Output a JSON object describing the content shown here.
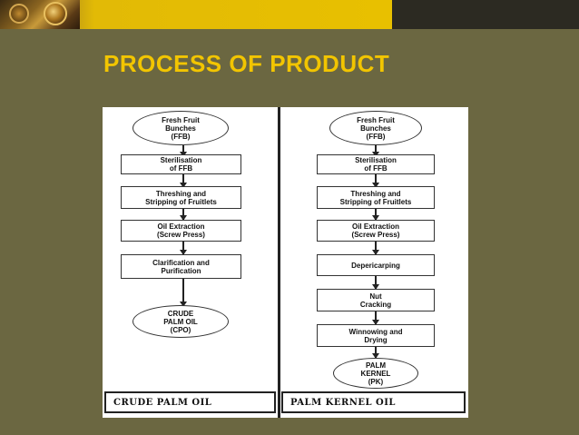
{
  "header": {
    "title": "PROCESS OF PRODUCT"
  },
  "left_flow": {
    "nodes": [
      "Fresh Fruit\nBunches\n(FFB)",
      "Sterilisation\nof FFB",
      "Threshing and\nStripping of Fruitlets",
      "Oil Extraction\n(Screw Press)",
      "Clarification and\nPurification",
      "CRUDE\nPALM OIL\n(CPO)"
    ],
    "footer": "CRUDE PALM OIL"
  },
  "right_flow": {
    "nodes": [
      "Fresh Fruit\nBunches\n(FFB)",
      "Sterilisation\nof FFB",
      "Threshing and\nStripping of Fruitlets",
      "Oil Extraction\n(Screw Press)",
      "Depericarping",
      "Nut\nCracking",
      "Winnowing and\nDrying",
      "PALM\nKERNEL\n(PK)"
    ],
    "footer": "PALM KERNEL OIL"
  }
}
